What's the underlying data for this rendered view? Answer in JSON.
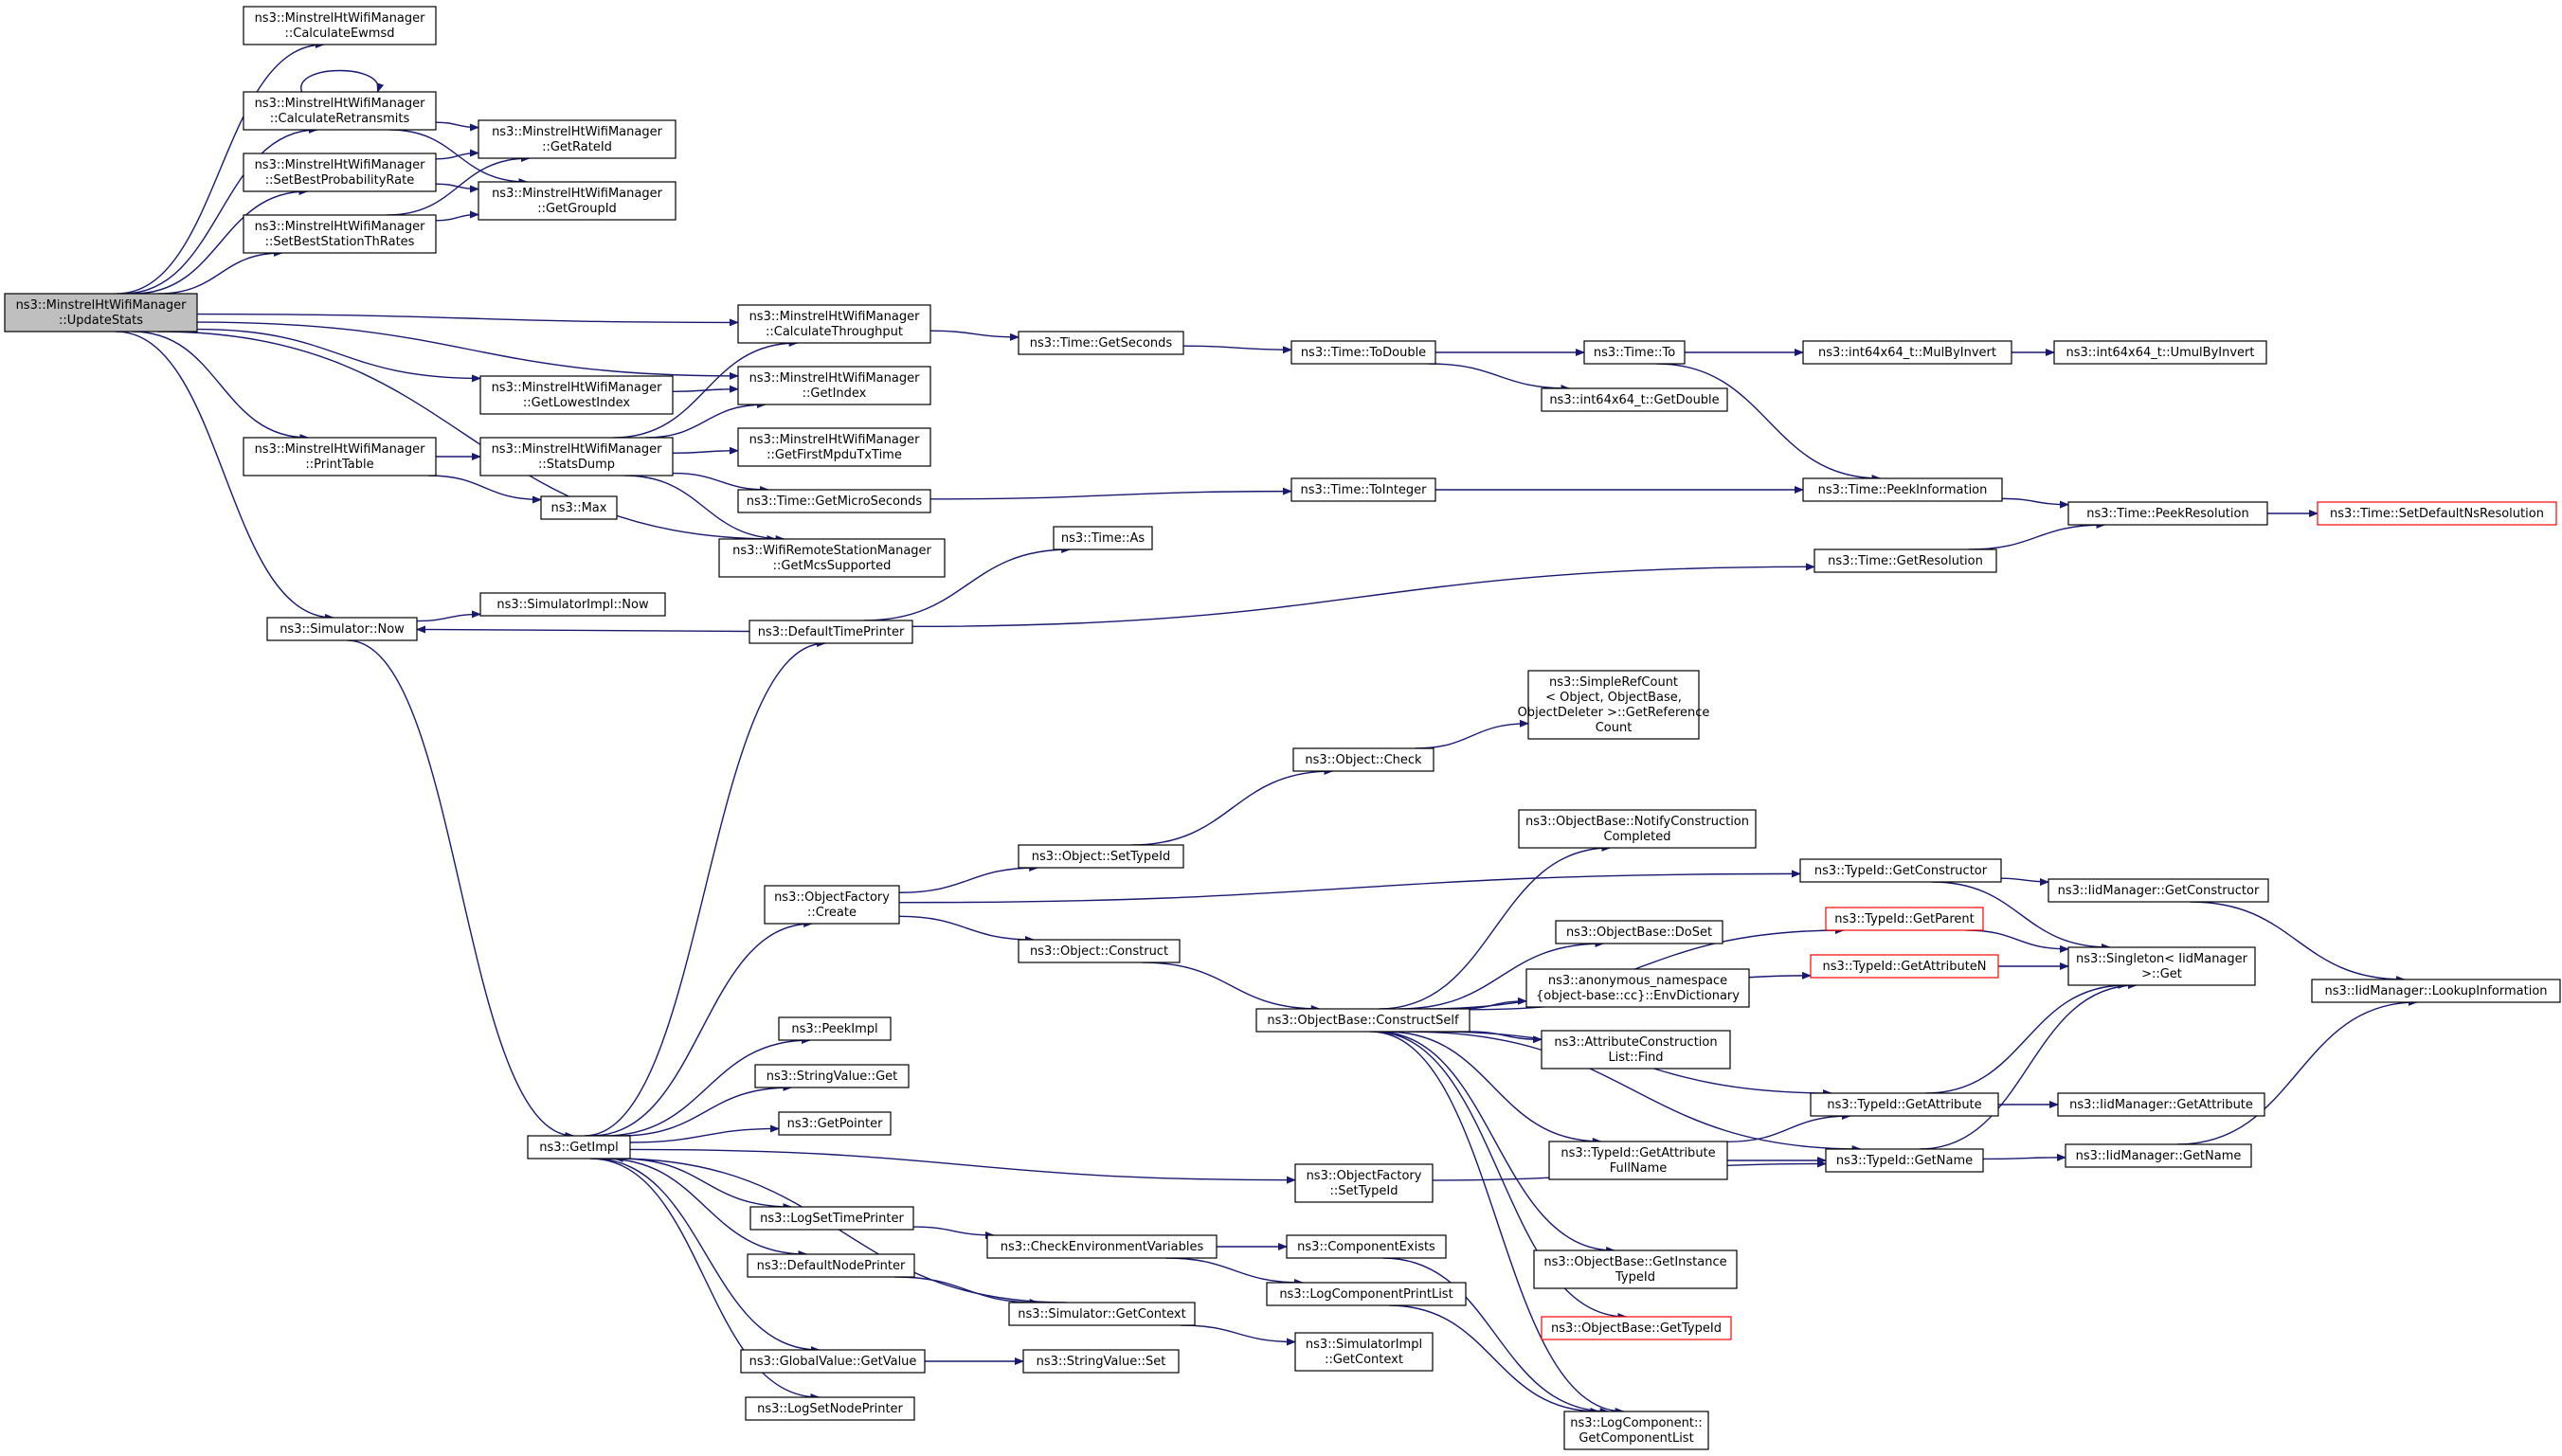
{
  "diagram": {
    "type": "call-graph",
    "edge_color": "#191970",
    "root_fill": "#bfbfbf",
    "red_border": "#ff0000",
    "nodes": [
      {
        "id": "UpdateStats",
        "lines": [
          "ns3::MinstrelHtWifiManager",
          "::UpdateStats"
        ],
        "root": true
      },
      {
        "id": "CalculateEwmsd",
        "lines": [
          "ns3::MinstrelHtWifiManager",
          "::CalculateEwmsd"
        ]
      },
      {
        "id": "CalculateRetransmits",
        "lines": [
          "ns3::MinstrelHtWifiManager",
          "::CalculateRetransmits"
        ]
      },
      {
        "id": "SetBestProbabilityRate",
        "lines": [
          "ns3::MinstrelHtWifiManager",
          "::SetBestProbabilityRate"
        ]
      },
      {
        "id": "SetBestStationThRates",
        "lines": [
          "ns3::MinstrelHtWifiManager",
          "::SetBestStationThRates"
        ]
      },
      {
        "id": "GetRateId",
        "lines": [
          "ns3::MinstrelHtWifiManager",
          "::GetRateId"
        ]
      },
      {
        "id": "GetGroupId",
        "lines": [
          "ns3::MinstrelHtWifiManager",
          "::GetGroupId"
        ]
      },
      {
        "id": "CalculateThroughput",
        "lines": [
          "ns3::MinstrelHtWifiManager",
          "::CalculateThroughput"
        ]
      },
      {
        "id": "GetIndex",
        "lines": [
          "ns3::MinstrelHtWifiManager",
          "::GetIndex"
        ]
      },
      {
        "id": "GetLowestIndex",
        "lines": [
          "ns3::MinstrelHtWifiManager",
          "::GetLowestIndex"
        ]
      },
      {
        "id": "PrintTable",
        "lines": [
          "ns3::MinstrelHtWifiManager",
          "::PrintTable"
        ]
      },
      {
        "id": "StatsDump",
        "lines": [
          "ns3::MinstrelHtWifiManager",
          "::StatsDump"
        ]
      },
      {
        "id": "GetFirstMpduTxTime",
        "lines": [
          "ns3::MinstrelHtWifiManager",
          "::GetFirstMpduTxTime"
        ]
      },
      {
        "id": "GetMicroSeconds",
        "lines": [
          "ns3::Time::GetMicroSeconds"
        ]
      },
      {
        "id": "Max",
        "lines": [
          "ns3::Max"
        ]
      },
      {
        "id": "GetMcsSupported",
        "lines": [
          "ns3::WifiRemoteStationManager",
          "::GetMcsSupported"
        ]
      },
      {
        "id": "GetSeconds",
        "lines": [
          "ns3::Time::GetSeconds"
        ]
      },
      {
        "id": "ToDouble",
        "lines": [
          "ns3::Time::ToDouble"
        ]
      },
      {
        "id": "To",
        "lines": [
          "ns3::Time::To"
        ]
      },
      {
        "id": "GetDouble",
        "lines": [
          "ns3::int64x64_t::GetDouble"
        ]
      },
      {
        "id": "MulByInvert",
        "lines": [
          "ns3::int64x64_t::MulByInvert"
        ]
      },
      {
        "id": "UmulByInvert",
        "lines": [
          "ns3::int64x64_t::UmulByInvert"
        ]
      },
      {
        "id": "ToInteger",
        "lines": [
          "ns3::Time::ToInteger"
        ]
      },
      {
        "id": "PeekInformation",
        "lines": [
          "ns3::Time::PeekInformation"
        ]
      },
      {
        "id": "PeekResolution",
        "lines": [
          "ns3::Time::PeekResolution"
        ]
      },
      {
        "id": "SetDefaultNsResolution",
        "lines": [
          "ns3::Time::SetDefaultNsResolution"
        ],
        "red": true
      },
      {
        "id": "GetResolution",
        "lines": [
          "ns3::Time::GetResolution"
        ]
      },
      {
        "id": "TimeAs",
        "lines": [
          "ns3::Time::As"
        ]
      },
      {
        "id": "SimulatorNow",
        "lines": [
          "ns3::Simulator::Now"
        ]
      },
      {
        "id": "SimulatorImplNow",
        "lines": [
          "ns3::SimulatorImpl::Now"
        ]
      },
      {
        "id": "DefaultTimePrinter",
        "lines": [
          "ns3::DefaultTimePrinter"
        ]
      },
      {
        "id": "SimpleRefCount",
        "lines": [
          "ns3::SimpleRefCount",
          "< Object, ObjectBase,",
          "ObjectDeleter >::GetReference",
          "Count"
        ]
      },
      {
        "id": "ObjectCheck",
        "lines": [
          "ns3::Object::Check"
        ]
      },
      {
        "id": "NotifyConstructionCompleted",
        "lines": [
          "ns3::ObjectBase::NotifyConstruction",
          "Completed"
        ]
      },
      {
        "id": "GetConstructor",
        "lines": [
          "ns3::TypeId::GetConstructor"
        ]
      },
      {
        "id": "IidGetConstructor",
        "lines": [
          "ns3::IidManager::GetConstructor"
        ]
      },
      {
        "id": "ObjectFactoryCreate",
        "lines": [
          "ns3::ObjectFactory",
          "::Create"
        ]
      },
      {
        "id": "ObjectSetTypeId",
        "lines": [
          "ns3::Object::SetTypeId"
        ]
      },
      {
        "id": "GetParent",
        "lines": [
          "ns3::TypeId::GetParent"
        ],
        "red": true
      },
      {
        "id": "GetAttributeN",
        "lines": [
          "ns3::TypeId::GetAttributeN"
        ],
        "red": true
      },
      {
        "id": "SingletonGet",
        "lines": [
          "ns3::Singleton< IidManager",
          ">::Get"
        ]
      },
      {
        "id": "LookupInformation",
        "lines": [
          "ns3::IidManager::LookupInformation"
        ]
      },
      {
        "id": "ObjectConstruct",
        "lines": [
          "ns3::Object::Construct"
        ]
      },
      {
        "id": "DoSet",
        "lines": [
          "ns3::ObjectBase::DoSet"
        ]
      },
      {
        "id": "EnvDictionary",
        "lines": [
          "ns3::anonymous_namespace",
          "{object-base::cc}::EnvDictionary"
        ]
      },
      {
        "id": "ConstructSelf",
        "lines": [
          "ns3::ObjectBase::ConstructSelf"
        ]
      },
      {
        "id": "AttrListFind",
        "lines": [
          "ns3::AttributeConstruction",
          "List::Find"
        ]
      },
      {
        "id": "PeekImpl",
        "lines": [
          "ns3::PeekImpl"
        ]
      },
      {
        "id": "StringValueGet",
        "lines": [
          "ns3::StringValue::Get"
        ]
      },
      {
        "id": "GetPointer",
        "lines": [
          "ns3::GetPointer"
        ]
      },
      {
        "id": "GetAttribute",
        "lines": [
          "ns3::TypeId::GetAttribute"
        ]
      },
      {
        "id": "IidGetAttribute",
        "lines": [
          "ns3::IidManager::GetAttribute"
        ]
      },
      {
        "id": "GetImpl",
        "lines": [
          "ns3::GetImpl"
        ]
      },
      {
        "id": "FactorySetTypeId",
        "lines": [
          "ns3::ObjectFactory",
          "::SetTypeId"
        ]
      },
      {
        "id": "GetAttributeFullName",
        "lines": [
          "ns3::TypeId::GetAttribute",
          "FullName"
        ]
      },
      {
        "id": "GetName",
        "lines": [
          "ns3::TypeId::GetName"
        ]
      },
      {
        "id": "IidGetName",
        "lines": [
          "ns3::IidManager::GetName"
        ]
      },
      {
        "id": "LogSetTimePrinter",
        "lines": [
          "ns3::LogSetTimePrinter"
        ]
      },
      {
        "id": "CheckEnvVars",
        "lines": [
          "ns3::CheckEnvironmentVariables"
        ]
      },
      {
        "id": "ComponentExists",
        "lines": [
          "ns3::ComponentExists"
        ]
      },
      {
        "id": "DefaultNodePrinter",
        "lines": [
          "ns3::DefaultNodePrinter"
        ]
      },
      {
        "id": "LogComponentPrintList",
        "lines": [
          "ns3::LogComponentPrintList"
        ]
      },
      {
        "id": "GetInstanceTypeId",
        "lines": [
          "ns3::ObjectBase::GetInstance",
          "TypeId"
        ]
      },
      {
        "id": "SimulatorGetContext",
        "lines": [
          "ns3::Simulator::GetContext"
        ]
      },
      {
        "id": "ObjectBaseGetTypeId",
        "lines": [
          "ns3::ObjectBase::GetTypeId"
        ],
        "red": true
      },
      {
        "id": "SimulatorImplGetContext",
        "lines": [
          "ns3::SimulatorImpl",
          "::GetContext"
        ]
      },
      {
        "id": "GlobalValueGetValue",
        "lines": [
          "ns3::GlobalValue::GetValue"
        ]
      },
      {
        "id": "StringValueSet",
        "lines": [
          "ns3::StringValue::Set"
        ]
      },
      {
        "id": "GetComponentList",
        "lines": [
          "ns3::LogComponent::",
          "GetComponentList"
        ]
      },
      {
        "id": "LogSetNodePrinter",
        "lines": [
          "ns3::LogSetNodePrinter"
        ]
      }
    ],
    "edges": [
      [
        "UpdateStats",
        "CalculateEwmsd"
      ],
      [
        "UpdateStats",
        "CalculateRetransmits"
      ],
      [
        "UpdateStats",
        "SetBestProbabilityRate"
      ],
      [
        "UpdateStats",
        "SetBestStationThRates"
      ],
      [
        "UpdateStats",
        "CalculateThroughput"
      ],
      [
        "UpdateStats",
        "GetIndex"
      ],
      [
        "UpdateStats",
        "GetLowestIndex"
      ],
      [
        "UpdateStats",
        "PrintTable"
      ],
      [
        "UpdateStats",
        "GetMcsSupported"
      ],
      [
        "UpdateStats",
        "SimulatorNow"
      ],
      [
        "CalculateRetransmits",
        "CalculateRetransmits"
      ],
      [
        "CalculateRetransmits",
        "GetRateId"
      ],
      [
        "CalculateRetransmits",
        "GetGroupId"
      ],
      [
        "SetBestProbabilityRate",
        "GetRateId"
      ],
      [
        "SetBestProbabilityRate",
        "GetGroupId"
      ],
      [
        "SetBestStationThRates",
        "GetRateId"
      ],
      [
        "SetBestStationThRates",
        "GetGroupId"
      ],
      [
        "CalculateThroughput",
        "GetSeconds"
      ],
      [
        "GetLowestIndex",
        "GetIndex"
      ],
      [
        "PrintTable",
        "StatsDump"
      ],
      [
        "PrintTable",
        "Max"
      ],
      [
        "StatsDump",
        "CalculateThroughput"
      ],
      [
        "StatsDump",
        "GetIndex"
      ],
      [
        "StatsDump",
        "GetFirstMpduTxTime"
      ],
      [
        "StatsDump",
        "GetMicroSeconds"
      ],
      [
        "StatsDump",
        "GetMcsSupported"
      ],
      [
        "GetSeconds",
        "ToDouble"
      ],
      [
        "ToDouble",
        "To"
      ],
      [
        "ToDouble",
        "GetDouble"
      ],
      [
        "To",
        "MulByInvert"
      ],
      [
        "To",
        "PeekInformation"
      ],
      [
        "MulByInvert",
        "UmulByInvert"
      ],
      [
        "GetMicroSeconds",
        "ToInteger"
      ],
      [
        "ToInteger",
        "PeekInformation"
      ],
      [
        "PeekInformation",
        "PeekResolution"
      ],
      [
        "PeekResolution",
        "SetDefaultNsResolution"
      ],
      [
        "GetResolution",
        "PeekResolution"
      ],
      [
        "SimulatorNow",
        "SimulatorImplNow"
      ],
      [
        "SimulatorNow",
        "GetImpl"
      ],
      [
        "DefaultTimePrinter",
        "SimulatorNow"
      ],
      [
        "DefaultTimePrinter",
        "TimeAs"
      ],
      [
        "DefaultTimePrinter",
        "GetResolution"
      ],
      [
        "GetImpl",
        "DefaultTimePrinter"
      ],
      [
        "GetImpl",
        "ObjectFactoryCreate"
      ],
      [
        "GetImpl",
        "PeekImpl"
      ],
      [
        "GetImpl",
        "StringValueGet"
      ],
      [
        "GetImpl",
        "GetPointer"
      ],
      [
        "GetImpl",
        "FactorySetTypeId"
      ],
      [
        "GetImpl",
        "LogSetTimePrinter"
      ],
      [
        "GetImpl",
        "DefaultNodePrinter"
      ],
      [
        "GetImpl",
        "GlobalValueGetValue"
      ],
      [
        "GetImpl",
        "LogSetNodePrinter"
      ],
      [
        "SimulatorGetContext",
        "GetImpl"
      ],
      [
        "ObjectFactoryCreate",
        "GetConstructor"
      ],
      [
        "ObjectFactoryCreate",
        "ObjectSetTypeId"
      ],
      [
        "ObjectFactoryCreate",
        "ObjectConstruct"
      ],
      [
        "ObjectSetTypeId",
        "ObjectCheck"
      ],
      [
        "ObjectCheck",
        "SimpleRefCount"
      ],
      [
        "ObjectConstruct",
        "ConstructSelf"
      ],
      [
        "ConstructSelf",
        "NotifyConstructionCompleted"
      ],
      [
        "ConstructSelf",
        "GetParent"
      ],
      [
        "ConstructSelf",
        "GetAttributeN"
      ],
      [
        "ConstructSelf",
        "DoSet"
      ],
      [
        "ConstructSelf",
        "EnvDictionary"
      ],
      [
        "ConstructSelf",
        "AttrListFind"
      ],
      [
        "ConstructSelf",
        "GetAttribute"
      ],
      [
        "ConstructSelf",
        "GetAttributeFullName"
      ],
      [
        "ConstructSelf",
        "GetName"
      ],
      [
        "ConstructSelf",
        "GetInstanceTypeId"
      ],
      [
        "ConstructSelf",
        "ObjectBaseGetTypeId"
      ],
      [
        "ConstructSelf",
        "GetComponentList"
      ],
      [
        "GetConstructor",
        "IidGetConstructor"
      ],
      [
        "GetConstructor",
        "SingletonGet"
      ],
      [
        "IidGetConstructor",
        "LookupInformation"
      ],
      [
        "GetParent",
        "SingletonGet"
      ],
      [
        "GetAttributeN",
        "SingletonGet"
      ],
      [
        "GetAttribute",
        "SingletonGet"
      ],
      [
        "GetAttribute",
        "IidGetAttribute"
      ],
      [
        "GetAttributeFullName",
        "GetAttribute"
      ],
      [
        "GetAttributeFullName",
        "GetName"
      ],
      [
        "GetName",
        "SingletonGet"
      ],
      [
        "GetName",
        "IidGetName"
      ],
      [
        "IidGetName",
        "LookupInformation"
      ],
      [
        "FactorySetTypeId",
        "GetName"
      ],
      [
        "LogSetTimePrinter",
        "CheckEnvVars"
      ],
      [
        "CheckEnvVars",
        "ComponentExists"
      ],
      [
        "CheckEnvVars",
        "LogComponentPrintList"
      ],
      [
        "ComponentExists",
        "GetComponentList"
      ],
      [
        "LogComponentPrintList",
        "GetComponentList"
      ],
      [
        "DefaultNodePrinter",
        "SimulatorGetContext"
      ],
      [
        "SimulatorGetContext",
        "SimulatorImplGetContext"
      ],
      [
        "GlobalValueGetValue",
        "StringValueSet"
      ]
    ]
  }
}
